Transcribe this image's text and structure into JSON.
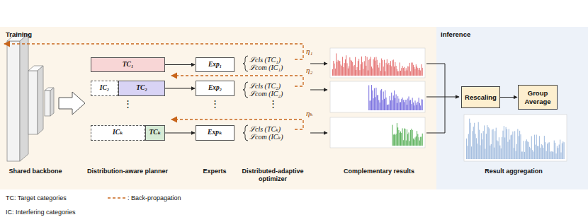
{
  "diagram": {
    "nodes": [
      {
        "text": [
          "Training"
        ]
      },
      {
        "text": [
          "TC₁"
        ],
        "in": 0
      },
      {
        "text": [
          "IC₂"
        ],
        "in": 0
      },
      {
        "text": [
          "TC₂"
        ],
        "in": 0
      },
      {
        "text": [
          "ICₖ"
        ],
        "in": 0
      },
      {
        "text": [
          "TCₖ"
        ],
        "in": 0
      },
      {
        "text": [
          "Exp₁"
        ],
        "in": 0
      },
      {
        "text": [
          "Exp₂"
        ],
        "in": 0
      },
      {
        "text": [
          "Expₖ"
        ],
        "in": 0
      },
      {
        "text": [
          "Inference"
        ]
      },
      {
        "text": [
          "Rescaling"
        ],
        "in": 9
      },
      {
        "text": [
          "Group Average"
        ],
        "in": 9
      }
    ],
    "edges": [
      {
        "from": 1,
        "to": 6,
        "arrow": "to"
      },
      {
        "from": 3,
        "to": 7,
        "arrow": "to"
      },
      {
        "from": 5,
        "to": 8,
        "arrow": "to"
      },
      {
        "from": 10,
        "to": 11,
        "arrow": "to"
      }
    ],
    "labels": [
      "Shared backbone",
      "Distribution-aware planner",
      "Experts",
      "Distributed-adaptive optimizer",
      "Complementary results",
      "Result aggregation",
      "⋮",
      "⋮",
      "⋮",
      "ℒcls (TC₁)",
      "ℒcom (IC₁)",
      "ℒcls (TC₂)",
      "ℒcom (IC₂)",
      "ℒcls (TCₖ)",
      "ℒcom (ICₖ)",
      "η₁",
      "η₂",
      "ηₖ",
      "TC: Target categories",
      "IC: Interfering categories"
    ],
    "legend": [
      {
        "text": ": Back-propagation"
      }
    ]
  }
}
